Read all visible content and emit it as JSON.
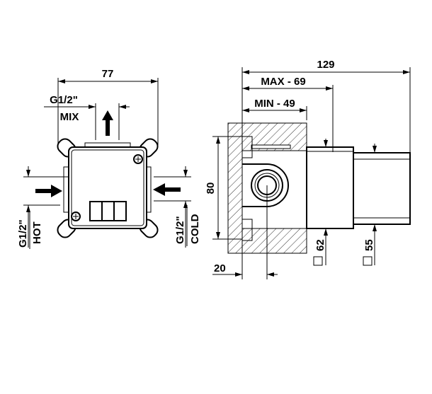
{
  "front_view": {
    "width_dim": "77",
    "mix_size": "G1/2\"",
    "mix_label": "MIX",
    "hot_size": "G1/2\"",
    "hot_label": "HOT",
    "cold_size": "G1/2\"",
    "cold_label": "COLD"
  },
  "side_view": {
    "total_depth": "129",
    "max_depth": "MAX - 69",
    "min_depth": "MIN - 49",
    "height_dim": "80",
    "wall_offset": "20",
    "square_62": "62",
    "square_55": "55"
  },
  "colors": {
    "line": "#000000",
    "background": "#ffffff"
  }
}
